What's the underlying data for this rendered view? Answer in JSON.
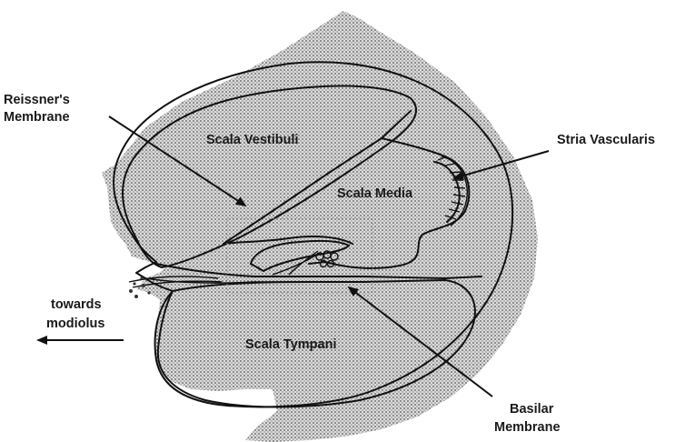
{
  "labels": {
    "reissners_line1": "Reissner's",
    "reissners_line2": "Membrane",
    "scala_vestibuli": "Scala Vestibuli",
    "stria_vascularis": "Stria Vascularis",
    "scala_media": "Scala Media",
    "towards_line1": "towards",
    "towards_line2": "modiolus",
    "scala_tympani": "Scala Tympani",
    "basilar_line1": "Basilar",
    "basilar_line2": "Membrane"
  },
  "colors": {
    "stroke": "#111111",
    "stipple_dark": "#555555",
    "stipple_light": "#d8d8d8",
    "text": "#1a1a1a"
  }
}
